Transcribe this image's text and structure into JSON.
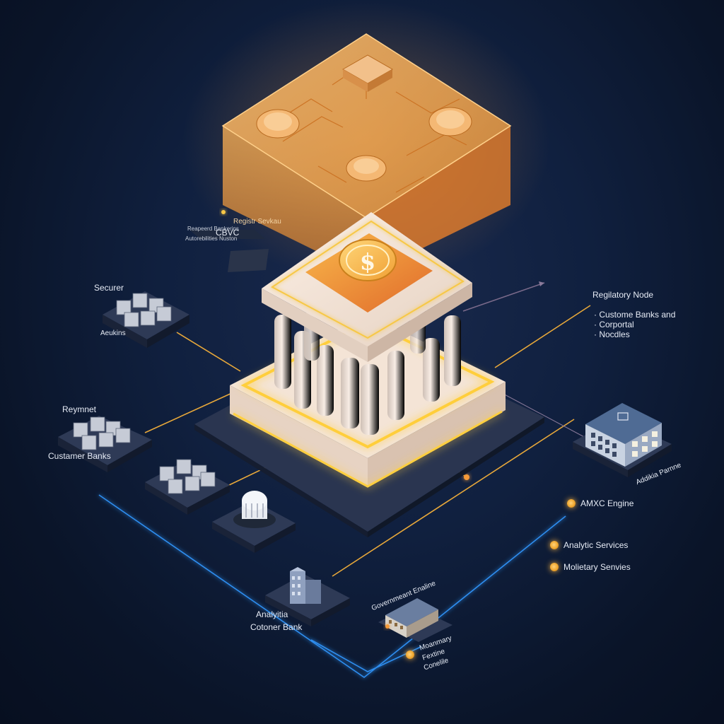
{
  "labels": {
    "securer": "Securer",
    "securer_sub": "Aeukins",
    "reymnet": "Reymnet",
    "customer_banks_left": "Custamer Banks",
    "analytic_bank": "Analyitia",
    "cotoner_bank": "Cotoner Bank",
    "cbvc": "CBVC",
    "cbvc_sub1": "Registr Sevkau",
    "cbvc_sub2": "Reapeerd Bankerins",
    "cbvc_sub3": "Autorebilities Nuston",
    "regulatory_title": "Regilatory Node",
    "regulatory_items": [
      "Custome Banks and",
      "Corportal",
      "Nocdles"
    ],
    "addis_partner": "Addikia Parnne",
    "amxc_engine": "AMXC Engine",
    "analytic_services": "Analytic Services",
    "monetary_services": "Molietary Senvies",
    "government_engine": "Governmeant Enaline",
    "monetary_bottom": [
      "Moanmary",
      "Fextine",
      "Conelile"
    ]
  },
  "icons": {
    "core_coin": "dollar-sign-icon",
    "central_bank": "bank-columns-icon"
  },
  "colors": {
    "background": "#0c1630",
    "accent_orange": "#f5a33a",
    "accent_gold": "#f7c846",
    "line_blue": "#2f8ef0",
    "marble": "#efe2d6"
  }
}
